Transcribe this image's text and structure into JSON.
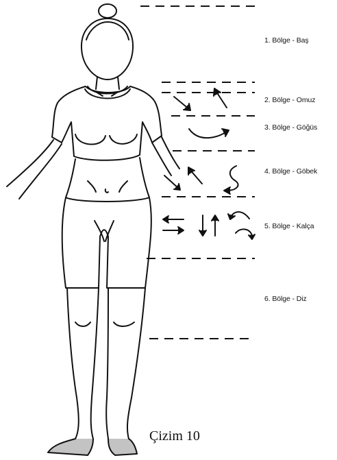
{
  "zones": [
    {
      "label": "1. Bölge - Baş"
    },
    {
      "label": "2. Bölge - Omuz"
    },
    {
      "label": "3. Bölge - Göğüs"
    },
    {
      "label": "4. Bölge - Göbek"
    },
    {
      "label": "5. Bölge - Kalça"
    },
    {
      "label": "6. Bölge - Diz"
    }
  ],
  "caption": "Çizim 10",
  "colors": {
    "ink": "#111111",
    "background": "#ffffff"
  }
}
